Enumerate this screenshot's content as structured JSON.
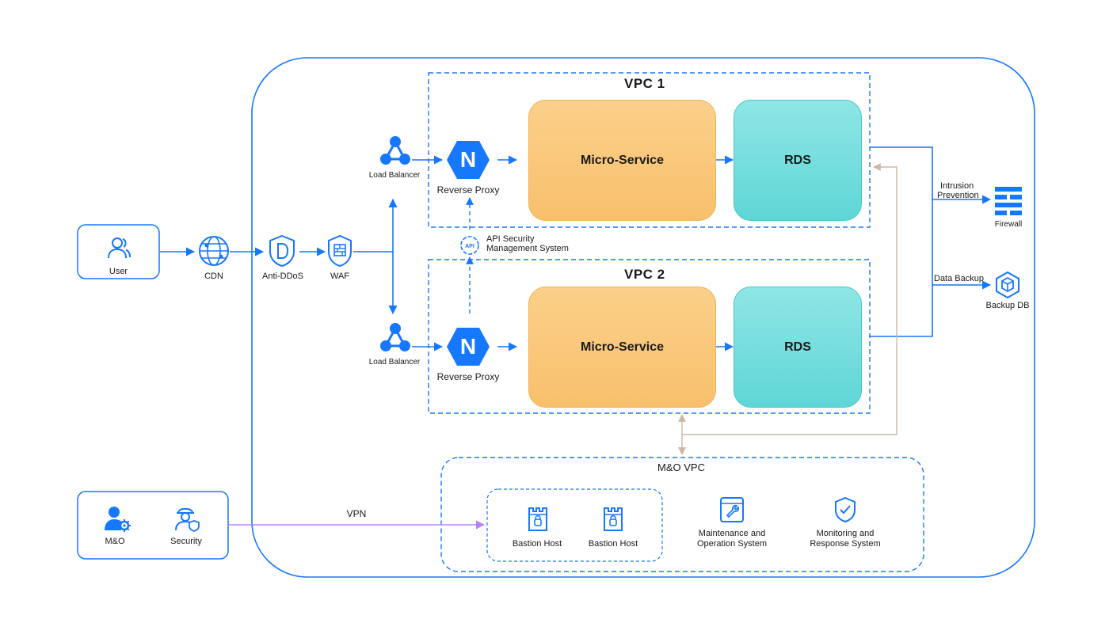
{
  "user_box": {
    "label": "User"
  },
  "edge": {
    "cdn": "CDN",
    "anti_ddos": "Anti-DDoS",
    "waf": "WAF"
  },
  "vpc1": {
    "title": "VPC 1",
    "load_balancer": "Load Balancer",
    "reverse_proxy": "Reverse Proxy",
    "proxy_letter": "N",
    "micro_service": "Micro-Service",
    "rds": "RDS"
  },
  "vpc2": {
    "title": "VPC 2",
    "load_balancer": "Load Balancer",
    "reverse_proxy": "Reverse Proxy",
    "proxy_letter": "N",
    "micro_service": "Micro-Service",
    "rds": "RDS"
  },
  "api_security": {
    "icon_text": "API",
    "line1": "API Security",
    "line2": "Management System"
  },
  "right_side": {
    "intrusion_line1": "Intrusion",
    "intrusion_line2": "Prevention",
    "firewall": "Firewall",
    "data_backup": "Data Backup",
    "backup_db": "Backup DB"
  },
  "mo_vpc": {
    "title": "M&O VPC",
    "bastion_1": "Bastion Host",
    "bastion_2": "Bastion Host",
    "maint_line1": "Maintenance and",
    "maint_line2": "Operation System",
    "monitor_line1": "Monitoring and",
    "monitor_line2": "Response System"
  },
  "ops_box": {
    "mo": "M&O",
    "security": "Security"
  },
  "vpn": {
    "label": "VPN"
  },
  "colors": {
    "blue": "#1677ff",
    "micro_service": "#f8c06c",
    "rds": "#6fdcdc",
    "vpn_line": "#b983ff",
    "backflow_line": "#cbb8a4"
  },
  "icons": {
    "user": "users-icon",
    "cdn": "globe-icon",
    "anti_ddos": "shield-d-icon",
    "waf": "firewall-shield-icon",
    "load_balancer": "network-nodes-icon",
    "reverse_proxy": "nginx-hexagon-icon",
    "api": "api-circle-icon",
    "firewall": "brick-wall-icon",
    "backup_db": "cube-hexagon-icon",
    "bastion": "castle-tower-icon",
    "maintenance": "tools-window-icon",
    "monitoring": "shield-check-icon",
    "mo_user": "user-gear-icon",
    "security": "security-guard-icon"
  }
}
